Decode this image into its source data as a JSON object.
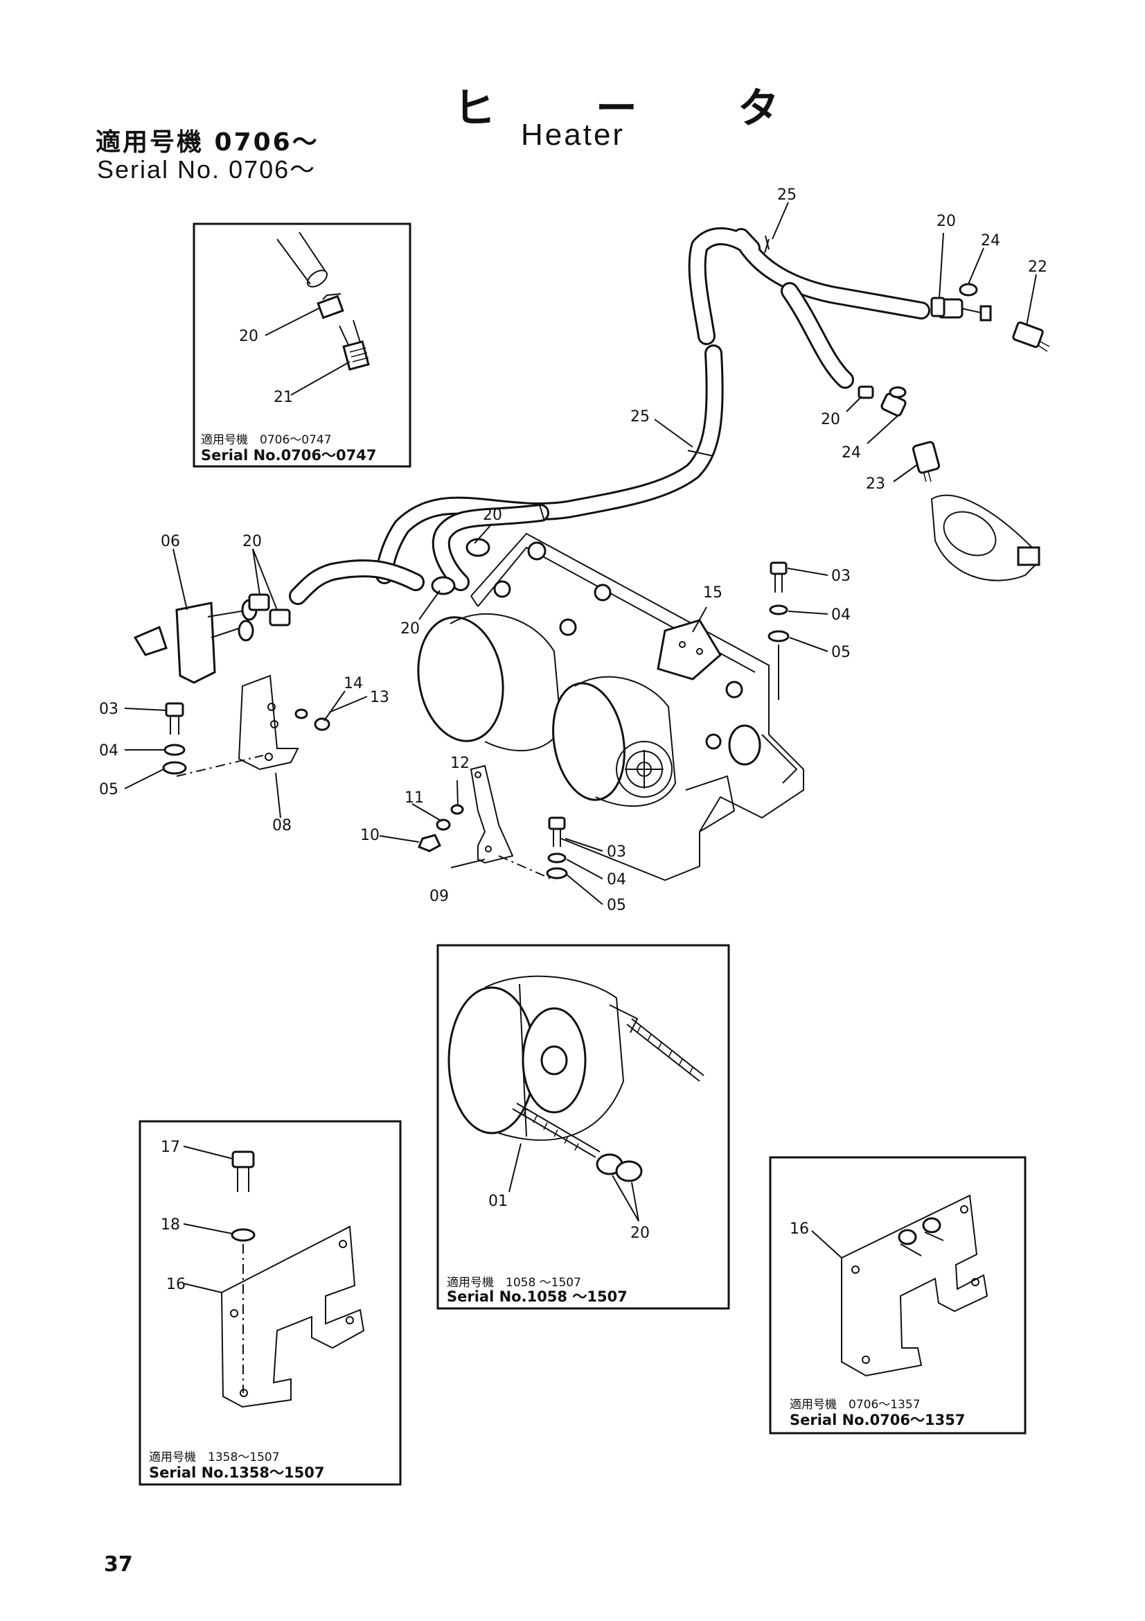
{
  "title": {
    "jp": "ヒ ー タ",
    "en": "Heater"
  },
  "serial": {
    "jp": "適用号機 0706～",
    "en": "Serial No.  0706～"
  },
  "page_number": "37",
  "insets": [
    {
      "id": "inset-top-left",
      "caption_jp": "適用号機　0706～0747",
      "caption_en": "Serial No.0706～0747"
    },
    {
      "id": "inset-motor",
      "caption_jp": "適用号機　1058 ～1507",
      "caption_en": "Serial No.1058 ～1507"
    },
    {
      "id": "inset-bracket-left",
      "caption_jp": "適用号機　1358～1507",
      "caption_en": "Serial No.1358～1507"
    },
    {
      "id": "inset-bracket-right",
      "caption_jp": "適用号機　0706～1357",
      "caption_en": "Serial No.0706～1357"
    }
  ],
  "labels": [
    {
      "id": "p25a",
      "text": "25"
    },
    {
      "id": "p20a",
      "text": "20"
    },
    {
      "id": "p24a",
      "text": "24"
    },
    {
      "id": "p22",
      "text": "22"
    },
    {
      "id": "p20b",
      "text": "20"
    },
    {
      "id": "p24b",
      "text": "24"
    },
    {
      "id": "p23",
      "text": "23"
    },
    {
      "id": "p25b",
      "text": "25"
    },
    {
      "id": "p20c",
      "text": "20"
    },
    {
      "id": "p06",
      "text": "06"
    },
    {
      "id": "p20d",
      "text": "20"
    },
    {
      "id": "p20e",
      "text": "20"
    },
    {
      "id": "p03a",
      "text": "03"
    },
    {
      "id": "p04a",
      "text": "04"
    },
    {
      "id": "p05a",
      "text": "05"
    },
    {
      "id": "p15",
      "text": "15"
    },
    {
      "id": "p03b",
      "text": "03"
    },
    {
      "id": "p04b",
      "text": "04"
    },
    {
      "id": "p05b",
      "text": "05"
    },
    {
      "id": "p14",
      "text": "14"
    },
    {
      "id": "p13",
      "text": "13"
    },
    {
      "id": "p08",
      "text": "08"
    },
    {
      "id": "p12",
      "text": "12"
    },
    {
      "id": "p11",
      "text": "11"
    },
    {
      "id": "p10",
      "text": "10"
    },
    {
      "id": "p09",
      "text": "09"
    },
    {
      "id": "p03c",
      "text": "03"
    },
    {
      "id": "p04c",
      "text": "04"
    },
    {
      "id": "p05c",
      "text": "05"
    },
    {
      "id": "p20f",
      "text": "20"
    },
    {
      "id": "p21",
      "text": "21"
    },
    {
      "id": "p01",
      "text": "01"
    },
    {
      "id": "p20g",
      "text": "20"
    },
    {
      "id": "p17",
      "text": "17"
    },
    {
      "id": "p18",
      "text": "18"
    },
    {
      "id": "p16a",
      "text": "16"
    },
    {
      "id": "p16b",
      "text": "16"
    }
  ]
}
